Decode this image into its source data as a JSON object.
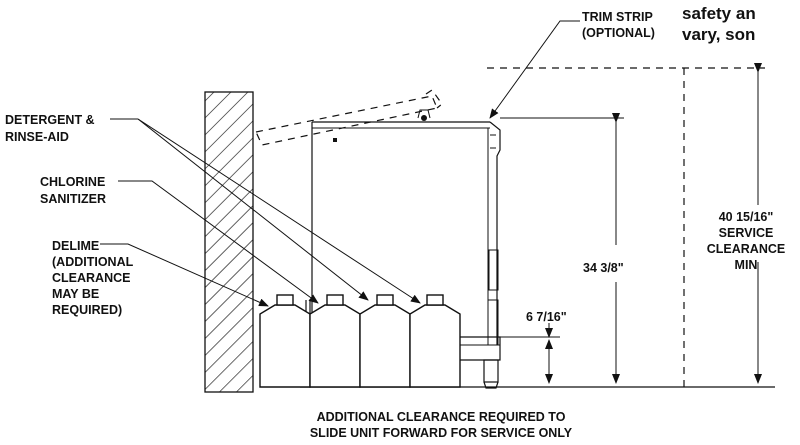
{
  "callouts": {
    "trim_strip": [
      "TRIM STRIP",
      "(OPTIONAL)"
    ],
    "detergent": [
      "DETERGENT &",
      "RINSE-AID"
    ],
    "chlorine": [
      "CHLORINE",
      "SANITIZER"
    ],
    "delime": [
      "DELIME",
      "(ADDITIONAL",
      "CLEARANCE",
      "MAY BE",
      "REQUIRED)"
    ]
  },
  "dimensions": {
    "height": "34 3/8\"",
    "leg_height": "6 7/16\"",
    "service_clearance": [
      "40 15/16\"",
      "SERVICE",
      "CLEARANCE",
      "MIN"
    ]
  },
  "top_note": [
    "safety an",
    "vary, son"
  ],
  "bottom_note": [
    "ADDITIONAL CLEARANCE REQUIRED TO",
    "SLIDE UNIT FORWARD FOR SERVICE ONLY"
  ],
  "bottle_count": 4
}
